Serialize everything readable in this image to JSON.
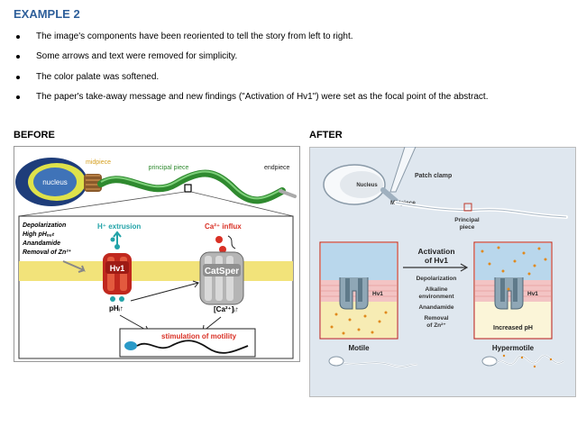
{
  "heading": "EXAMPLE 2",
  "bullets": [
    "The image's components have been reoriented to tell the story from left to right.",
    "Some arrows and text were removed for simplicity.",
    "The color palate was softened.",
    "The paper's take-away message and new findings (\"Activation of Hv1\") were set as the focal point of the abstract."
  ],
  "before": {
    "label": "BEFORE",
    "nucleus": "nucleus",
    "midpiece": "midpiece",
    "principal_piece": "principal piece",
    "endpiece": "endpiece",
    "h_extrusion": "H⁺ extrusion",
    "ca_influx": "Ca²⁺ influx",
    "stimuli": [
      "Depolarization",
      "High pHₒᵤₜ",
      "Anandamide",
      "Removal of Zn²⁺"
    ],
    "hv1": "Hv1",
    "catsper": "CatSper",
    "phi": "pHᵢ↑",
    "cai": "[Ca²⁺]ᵢ↑",
    "motility": "stimulation of motility"
  },
  "after": {
    "label": "AFTER",
    "nucleus": "Nucleus",
    "patch_clamp": "Patch clamp",
    "midpiece": "Midpiece",
    "principal_piece": [
      "Principal",
      "piece"
    ],
    "activation": [
      "Activation",
      "of Hv1"
    ],
    "stimuli": [
      "Depolarization",
      "Alkaline",
      "environment",
      "Anandamide",
      "Removal",
      "of Zn²⁺"
    ],
    "hv1_left": "Hv1",
    "hv1_right": "Hv1",
    "increased_ph": "Increased pH",
    "motile": "Motile",
    "hypermotile": "Hypermotile"
  }
}
